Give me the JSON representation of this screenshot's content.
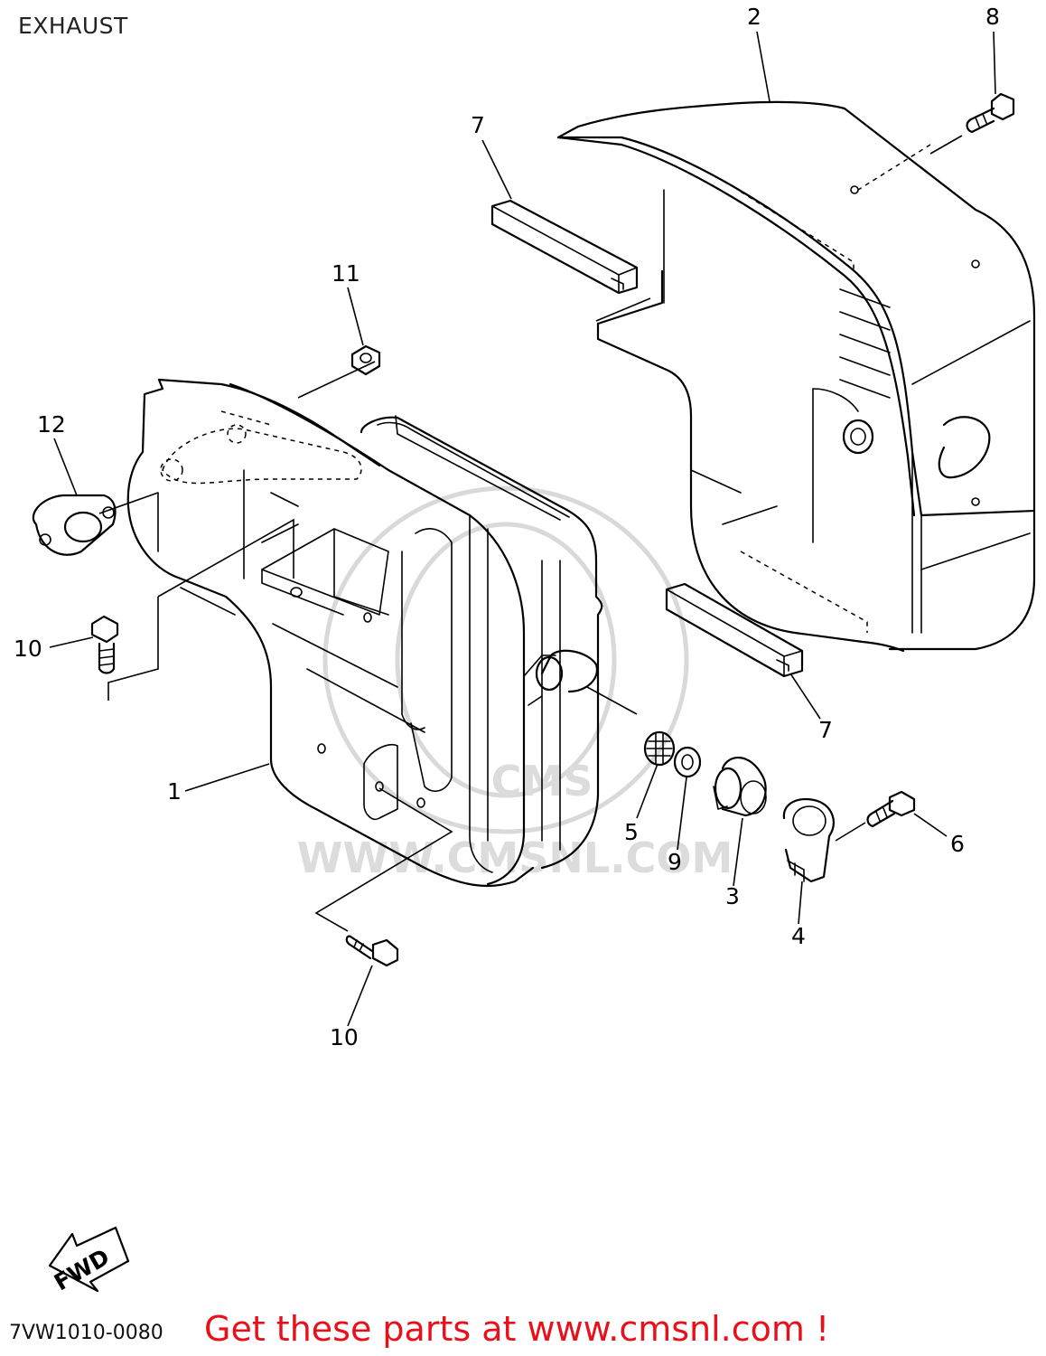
{
  "page": {
    "title": "EXHAUST"
  },
  "watermark": {
    "site": "WWW.CMSNL.COM",
    "logo": "CMS"
  },
  "fwd_arrow": {
    "label": "FWD"
  },
  "callouts": [
    "1",
    "2",
    "3",
    "4",
    "5",
    "6",
    "7",
    "7",
    "8",
    "9",
    "10",
    "10",
    "11",
    "12"
  ],
  "footer": {
    "code": "7VW1010-0080",
    "link_text": "Get these parts at www.cmsnl.com !"
  }
}
